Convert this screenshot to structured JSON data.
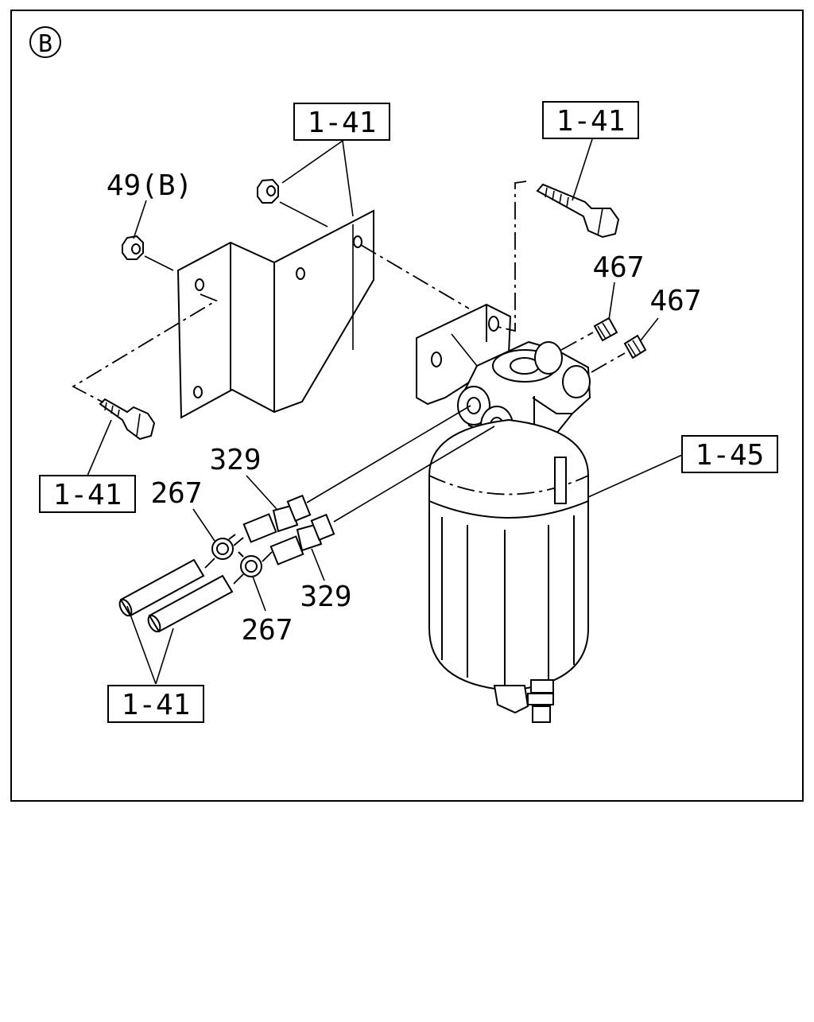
{
  "diagram": {
    "view_marker": "B",
    "references": {
      "ref_top_center": "1-41",
      "ref_top_right": "1-41",
      "ref_left": "1-41",
      "ref_bottom_left": "1-41",
      "ref_filter": "1-45"
    },
    "callouts": {
      "nut": "49(B)",
      "plug_upper": "467",
      "plug_lower": "467",
      "connector_upper": "329",
      "connector_lower": "329",
      "clip_upper": "267",
      "clip_lower": "267"
    }
  }
}
